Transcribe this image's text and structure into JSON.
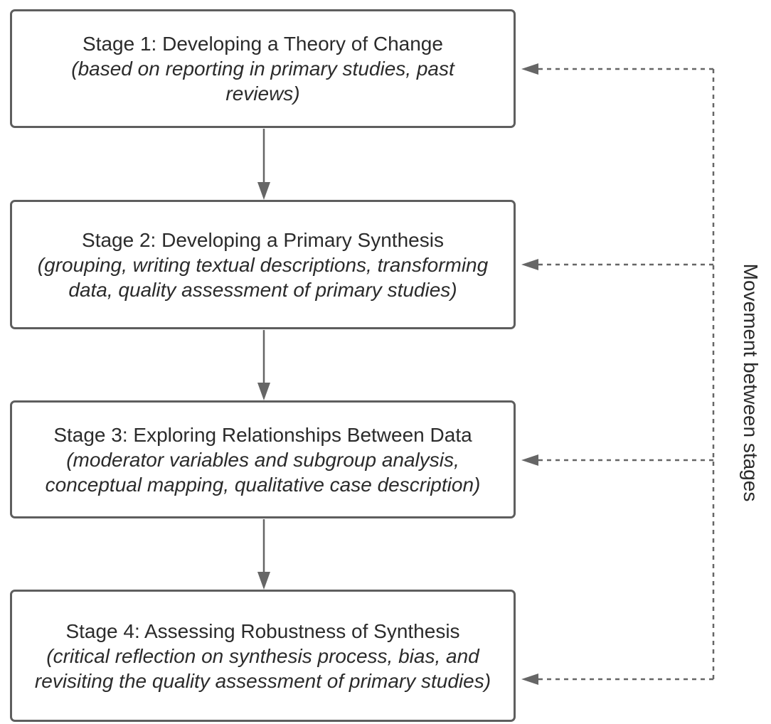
{
  "stages": [
    {
      "title": "Stage 1: Developing a Theory of Change",
      "description": "(based on reporting in primary studies, past reviews)"
    },
    {
      "title": "Stage 2: Developing a Primary Synthesis",
      "description": "(grouping, writing textual descriptions, transforming data, quality assessment of primary studies)"
    },
    {
      "title": "Stage 3: Exploring Relationships Between Data",
      "description": "(moderator variables and subgroup analysis, conceptual mapping, qualitative case description)"
    },
    {
      "title": "Stage 4: Assessing Robustness of Synthesis",
      "description": "(critical reflection on synthesis process, bias, and revisiting the quality assessment of primary studies)"
    }
  ],
  "feedback_label": "Movement between stages",
  "colors": {
    "box_border": "#5e5e5e",
    "arrow": "#666666",
    "text": "#2b2b2b",
    "background": "#ffffff"
  }
}
